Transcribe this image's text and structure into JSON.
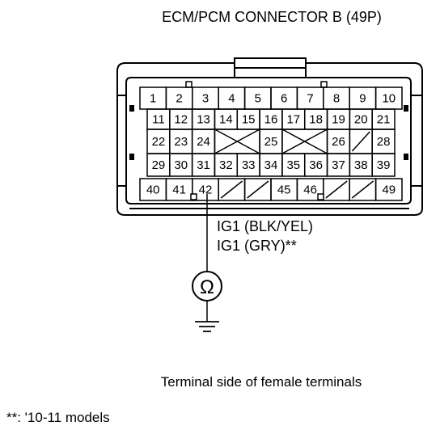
{
  "title": "ECM/PCM CONNECTOR B (49P)",
  "wire_label_1": "IG1 (BLK/YEL)",
  "wire_label_2": "IG1 (GRY)**",
  "ohmmeter_symbol": "Ω",
  "caption": "Terminal side of female terminals",
  "footnote": "**: '10-11 models",
  "connector": {
    "row1": [
      "1",
      "2",
      "3",
      "4",
      "5",
      "6",
      "7",
      "8",
      "9",
      "10"
    ],
    "row2": [
      "11",
      "12",
      "13",
      "14",
      "15",
      "16",
      "17",
      "18",
      "19",
      "20",
      "21"
    ],
    "row3": [
      "22",
      "23",
      "24",
      "25",
      "26",
      "28"
    ],
    "row4": [
      "29",
      "30",
      "31",
      "32",
      "33",
      "34",
      "35",
      "36",
      "37",
      "38",
      "39"
    ],
    "row5": [
      "40",
      "41",
      "42",
      "45",
      "46",
      "49"
    ]
  },
  "icons": {
    "meter": "ohmmeter-icon",
    "ground": "ground-icon"
  }
}
